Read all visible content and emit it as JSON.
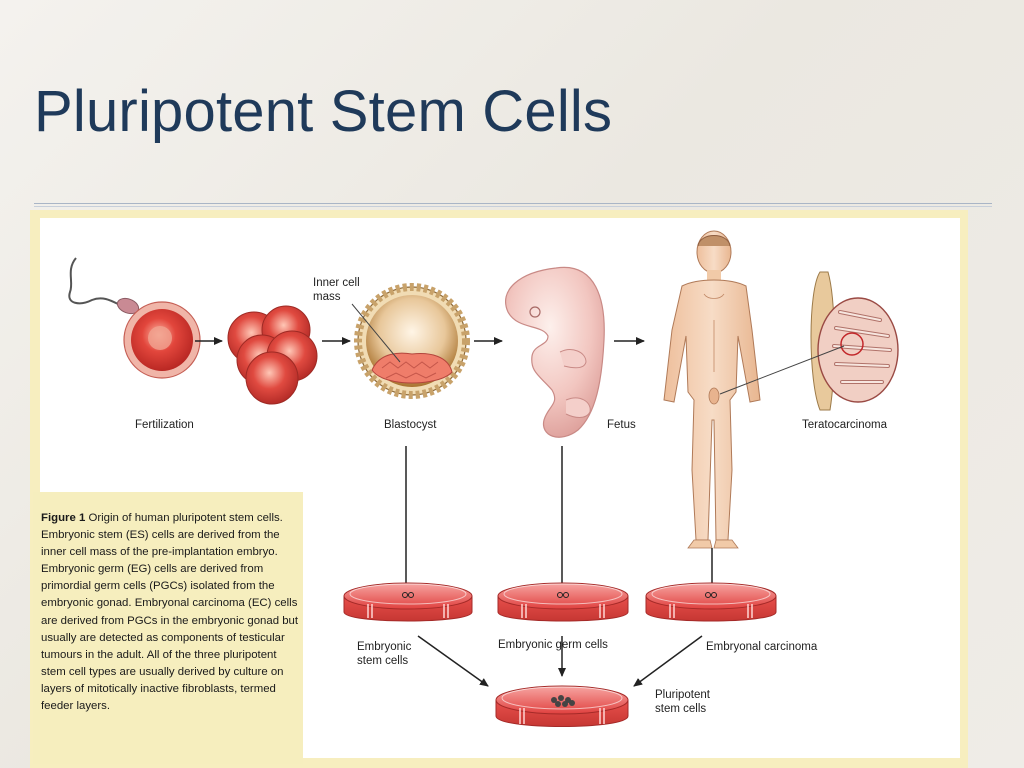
{
  "slide": {
    "title": "Pluripotent Stem Cells"
  },
  "figure": {
    "caption_bold": "Figure 1",
    "caption_text": "Origin of human pluripotent stem cells. Embryonic stem (ES) cells are derived from the inner cell mass of the pre-implantation embryo. Embryonic germ (EG) cells are derived from primordial germ cells (PGCs) isolated from the embryonic gonad. Embryonal carcinoma (EC) cells are derived from PGCs in the embryonic gonad but usually are detected as components of testicular tumours in the adult. All of the three pluripotent stem cell types are usually derived by culture on layers of mitotically inactive fibroblasts, termed feeder layers.",
    "labels": {
      "inner_cell_mass": "Inner cell mass",
      "fertilization": "Fertilization",
      "blastocyst": "Blastocyst",
      "fetus": "Fetus",
      "teratocarcinoma": "Teratocarcinoma",
      "embryonic_stem_cells": "Embryonic stem cells",
      "embryonic_germ_cells": "Embryonic germ cells",
      "embryonal_carcinoma": "Embryonal carcinoma",
      "pluripotent_stem_cells": "Pluripotent stem cells"
    },
    "colors": {
      "title": "#1f3a5a",
      "frame": "#f7eebf",
      "cell_red": "#d8403a",
      "dish_red": "#e8585a",
      "skin": "#f3d2b6",
      "blastocyst_brown": "#b07a3c"
    }
  }
}
